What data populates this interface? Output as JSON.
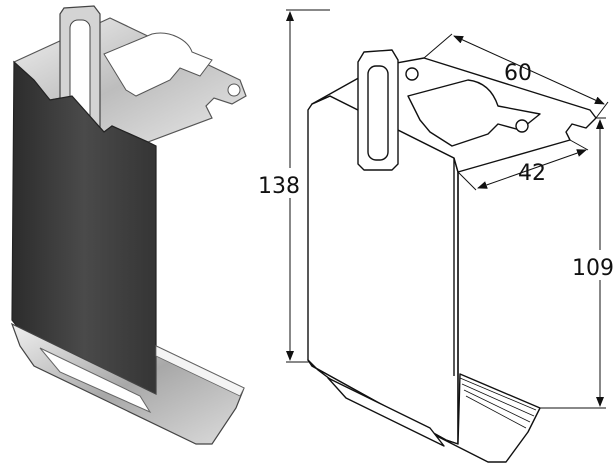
{
  "dimensions": {
    "height_total": "138",
    "depth": "60",
    "opening_width": "42",
    "height_back": "109"
  },
  "colors": {
    "metal_dark": "#3a3a3a",
    "metal_mid": "#9a9a9a",
    "metal_light": "#d8d8d8",
    "line": "#111111"
  }
}
